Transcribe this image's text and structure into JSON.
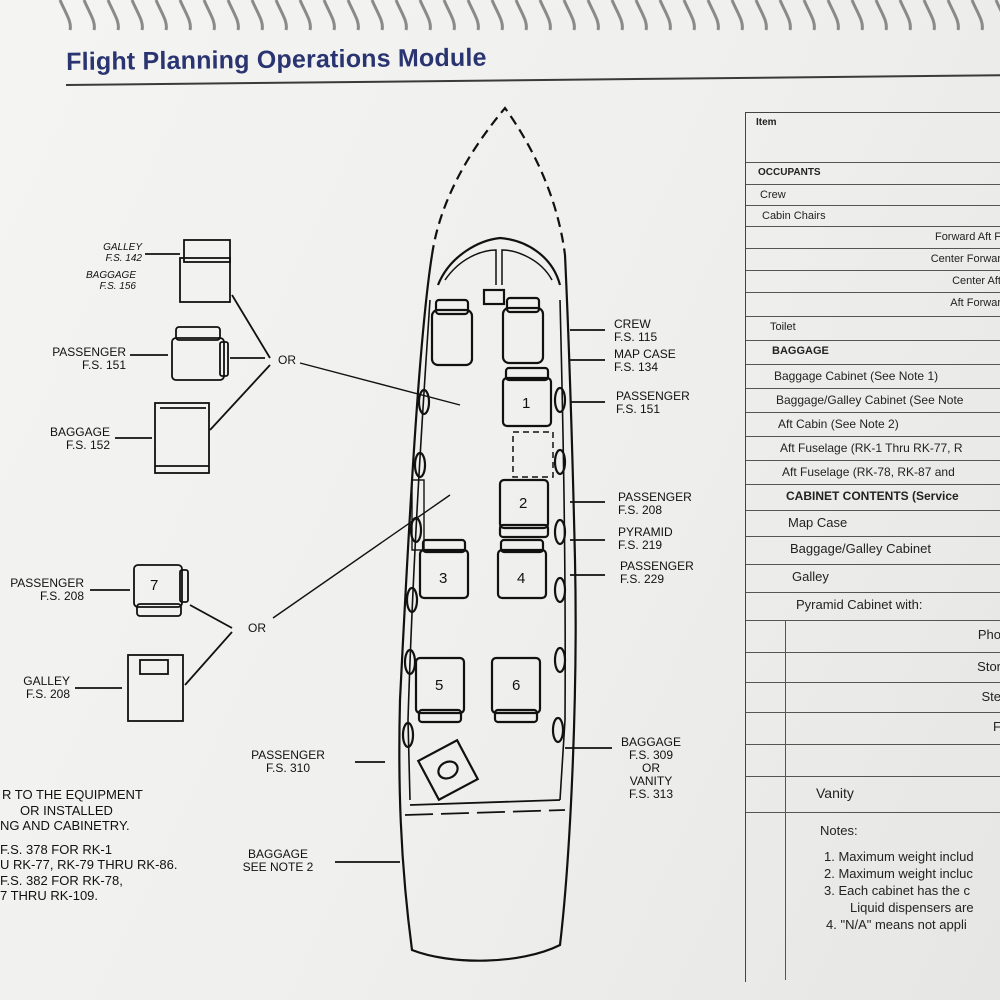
{
  "header": {
    "title": "Flight Planning Operations Module"
  },
  "diagram": {
    "options": {
      "galley_142": [
        "GALLEY",
        "F.S. 142"
      ],
      "baggage_156": [
        "BAGGAGE",
        "F.S. 156"
      ],
      "passenger_151": [
        "PASSENGER",
        "F.S. 151"
      ],
      "baggage_152": [
        "BAGGAGE",
        "F.S. 152"
      ],
      "or_top": "OR",
      "passenger_208_left": [
        "PASSENGER",
        "F.S. 208"
      ],
      "galley_208": [
        "GALLEY",
        "F.S. 208"
      ],
      "or_bottom": "OR",
      "seat7": "7"
    },
    "callouts": {
      "crew": [
        "CREW",
        "F.S. 115"
      ],
      "map_case": [
        "MAP CASE",
        "F.S. 134"
      ],
      "passenger_151": [
        "PASSENGER",
        "F.S. 151"
      ],
      "passenger_208": [
        "PASSENGER",
        "F.S. 208"
      ],
      "pyramid": [
        "PYRAMID",
        "F.S. 219"
      ],
      "passenger_229": [
        "PASSENGER",
        "F.S. 229"
      ],
      "passenger_310": [
        "PASSENGER",
        "F.S. 310"
      ],
      "baggage_309": [
        "BAGGAGE",
        "F.S. 309",
        "OR",
        "VANITY",
        "F.S. 313"
      ],
      "baggage_note2": [
        "BAGGAGE",
        "SEE NOTE 2"
      ]
    },
    "seats": [
      "1",
      "2",
      "3",
      "4",
      "5",
      "6"
    ]
  },
  "left_notes": [
    "R TO THE EQUIPMENT",
    "OR INSTALLED",
    "NG AND CABINETRY.",
    "F.S. 378 FOR RK-1",
    "U RK-77, RK-79 THRU RK-86.",
    "F.S. 382 FOR RK-78,",
    "7 THRU RK-109."
  ],
  "table": {
    "header": "Item",
    "rows": [
      "OCCUPANTS",
      "Crew",
      "Cabin Chairs",
      "Forward Aft F",
      "Center Forwar",
      "Center Aft",
      "Aft Forwar",
      "Toilet",
      "BAGGAGE",
      "Baggage Cabinet (See Note 1)",
      "Baggage/Galley Cabinet (See Note",
      "Aft Cabin (See Note 2)",
      "Aft Fuselage (RK-1 Thru RK-77, R",
      "Aft Fuselage (RK-78, RK-87 and",
      "CABINET CONTENTS (Service",
      "Map Case",
      "Baggage/Galley Cabinet",
      "Galley",
      "Pyramid Cabinet with:",
      "Pho",
      "Stor",
      "Ste",
      "F",
      "Vanity"
    ],
    "notes_title": "Notes:",
    "notes": [
      "1. Maximum weight includ",
      "2. Maximum weight incluc",
      "3. Each cabinet has the c",
      "Liquid dispensers are",
      "4. \"N/A\" means not appli"
    ]
  }
}
